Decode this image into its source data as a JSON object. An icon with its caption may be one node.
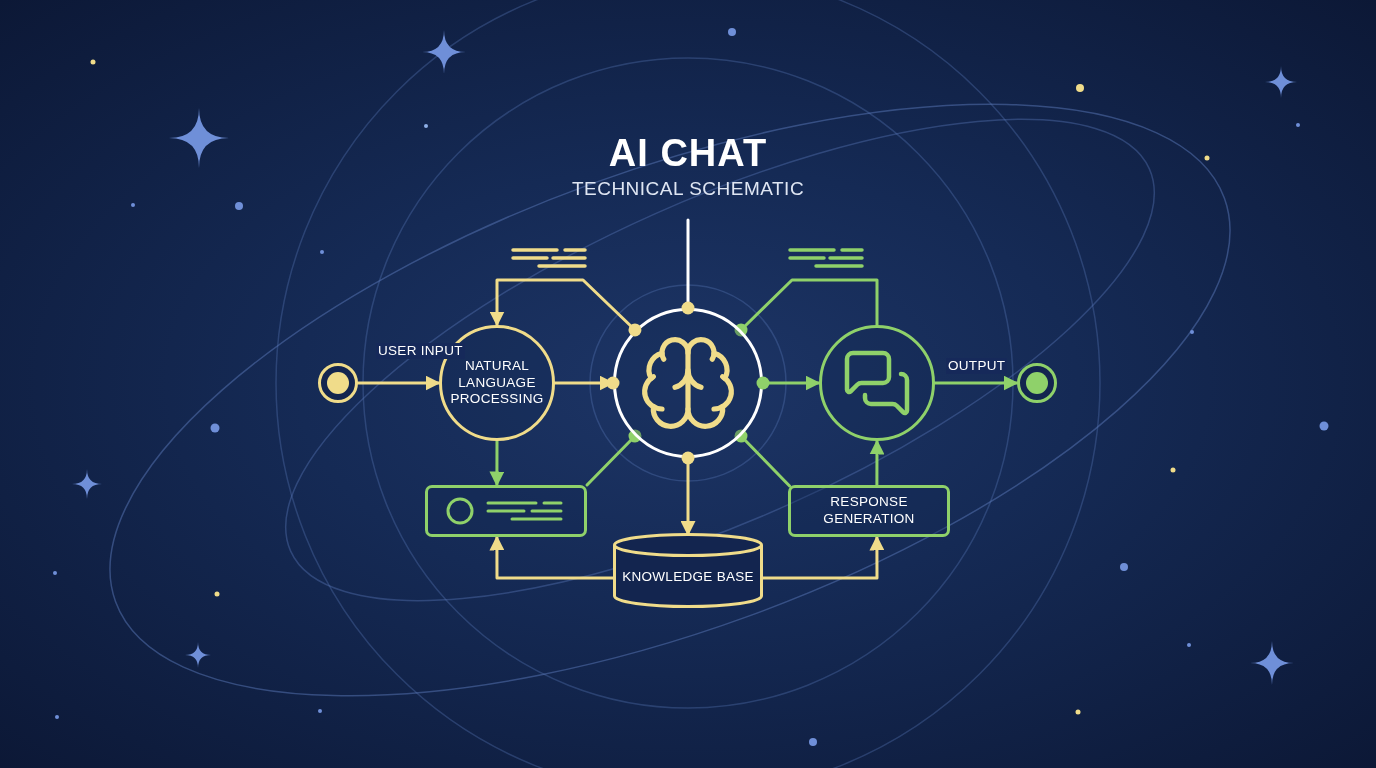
{
  "diagram": {
    "title": "AI CHAT",
    "nodes": [
      {
        "text": [],
        "shape": "circle"
      },
      {
        "text": [
          "NATURAL LANGUAGE PROCESSING"
        ]
      },
      {
        "text": [],
        "shape": "circle"
      },
      {
        "text": [],
        "shape": "circle"
      },
      {
        "text": [],
        "shape": "circle"
      },
      {
        "text": [],
        "shape": "box"
      },
      {
        "text": [
          "KNOWLEDGE BASE"
        ]
      },
      {
        "text": [
          "RESPONSE GENERATION"
        ]
      }
    ],
    "edges": [
      {
        "from": 0,
        "to": 1,
        "arrow": "to",
        "label": "USER INPUT",
        "color": "#f0dc8a"
      },
      {
        "from": 1,
        "to": 2,
        "arrow": "to",
        "color": "#f0dc8a"
      },
      {
        "from": 2,
        "to": 1,
        "arrow": "to",
        "color": "#f0dc8a"
      },
      {
        "from": 1,
        "to": 5,
        "arrow": "to"
      },
      {
        "from": 5,
        "to": 2,
        "arrow": "other"
      },
      {
        "from": 2,
        "to": 6,
        "arrow": "to",
        "color": "#f0dc8a"
      },
      {
        "from": 6,
        "to": 5,
        "arrow": "to",
        "color": "#f0dc8a"
      },
      {
        "from": 6,
        "to": 7,
        "arrow": "to",
        "color": "#f0dc8a"
      },
      {
        "from": 2,
        "to": 3,
        "arrow": "to"
      },
      {
        "from": 3,
        "to": 2,
        "arrow": "other"
      },
      {
        "from": 7,
        "to": 2,
        "arrow": "other"
      },
      {
        "from": 7,
        "to": 3,
        "arrow": "to"
      },
      {
        "from": 3,
        "to": 4,
        "arrow": "to",
        "label": "OUTPUT"
      },
      {
        "from": null,
        "to": 2,
        "arrow": "none",
        "color": "#ffffff"
      }
    ],
    "labels": [
      "TECHNICAL SCHEMATIC"
    ]
  }
}
